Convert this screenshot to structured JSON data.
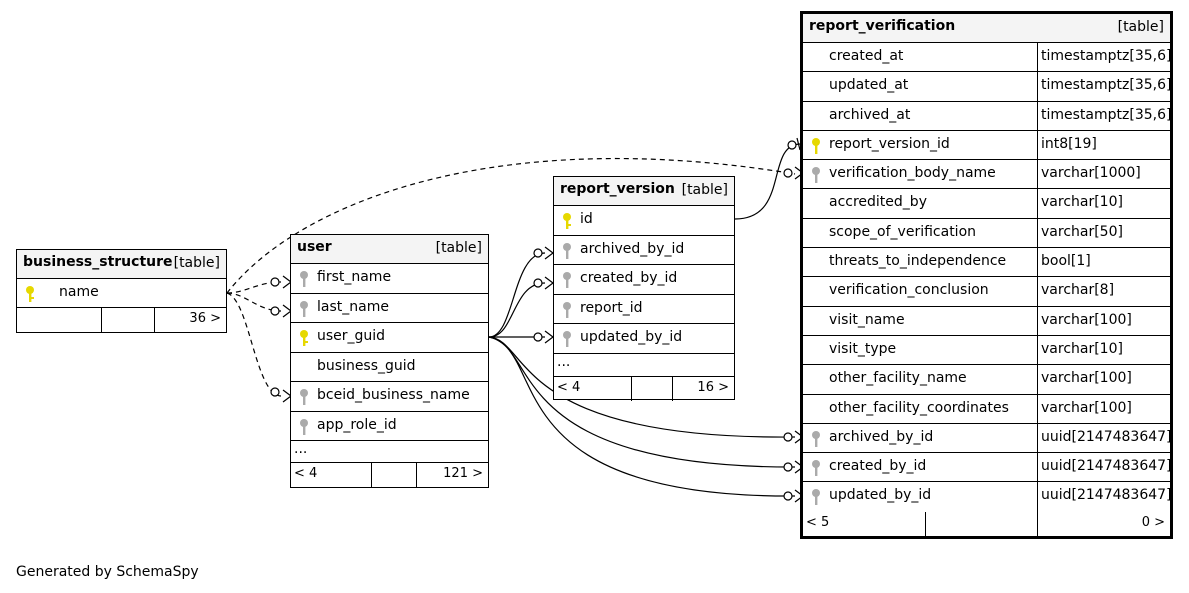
{
  "footer_text": "Generated by SchemaSpy",
  "key_colors": {
    "primary": "#e6d800",
    "foreign": "#aaaaaa"
  },
  "tables": {
    "business_structure": {
      "name": "business_structure",
      "type_label": "[table]",
      "columns": [
        "name"
      ],
      "stats": {
        "left": "",
        "right": "36 >"
      }
    },
    "user": {
      "name": "user",
      "type_label": "[table]",
      "columns": [
        "first_name",
        "last_name",
        "user_guid",
        "business_guid",
        "bceid_business_name",
        "app_role_id"
      ],
      "more": "...",
      "stats": {
        "left": "< 4",
        "right": "121 >"
      }
    },
    "report_version": {
      "name": "report_version",
      "type_label": "[table]",
      "columns": [
        "id",
        "archived_by_id",
        "created_by_id",
        "report_id",
        "updated_by_id"
      ],
      "more": "...",
      "stats": {
        "left": "< 4",
        "right": "16 >"
      }
    },
    "report_verification": {
      "name": "report_verification",
      "type_label": "[table]",
      "columns": [
        {
          "name": "created_at",
          "type": "timestamptz[35,6]"
        },
        {
          "name": "updated_at",
          "type": "timestamptz[35,6]"
        },
        {
          "name": "archived_at",
          "type": "timestamptz[35,6]"
        },
        {
          "name": "report_version_id",
          "type": "int8[19]"
        },
        {
          "name": "verification_body_name",
          "type": "varchar[1000]"
        },
        {
          "name": "accredited_by",
          "type": "varchar[10]"
        },
        {
          "name": "scope_of_verification",
          "type": "varchar[50]"
        },
        {
          "name": "threats_to_independence",
          "type": "bool[1]"
        },
        {
          "name": "verification_conclusion",
          "type": "varchar[8]"
        },
        {
          "name": "visit_name",
          "type": "varchar[100]"
        },
        {
          "name": "visit_type",
          "type": "varchar[10]"
        },
        {
          "name": "other_facility_name",
          "type": "varchar[100]"
        },
        {
          "name": "other_facility_coordinates",
          "type": "varchar[100]"
        },
        {
          "name": "archived_by_id",
          "type": "uuid[2147483647]"
        },
        {
          "name": "created_by_id",
          "type": "uuid[2147483647]"
        },
        {
          "name": "updated_by_id",
          "type": "uuid[2147483647]"
        }
      ],
      "stats": {
        "left": "< 5",
        "right": "0 >"
      }
    }
  }
}
